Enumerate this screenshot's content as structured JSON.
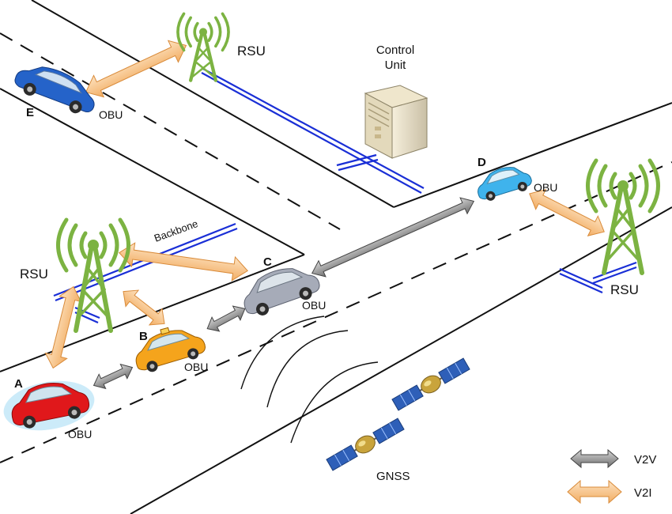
{
  "labels": {
    "rsu": "RSU",
    "obu": "OBU",
    "control_unit_line1": "Control",
    "control_unit_line2": "Unit",
    "backbone": "Backbone",
    "gnss": "GNSS",
    "car_a": "A",
    "car_b": "B",
    "car_c": "C",
    "car_d": "D",
    "car_e": "E"
  },
  "legend": [
    {
      "label": "V2V"
    },
    {
      "label": "V2I"
    }
  ],
  "colors": {
    "v2v": "#8a8a8a",
    "v2i": "#f7c48b",
    "backbone": "#1a2fd6",
    "tower": "#7cb342",
    "car_a": "#e0181b",
    "car_b": "#f5a41c",
    "car_c": "#a6abb8",
    "car_d": "#3fb3ec",
    "car_e": "#2563c9"
  }
}
